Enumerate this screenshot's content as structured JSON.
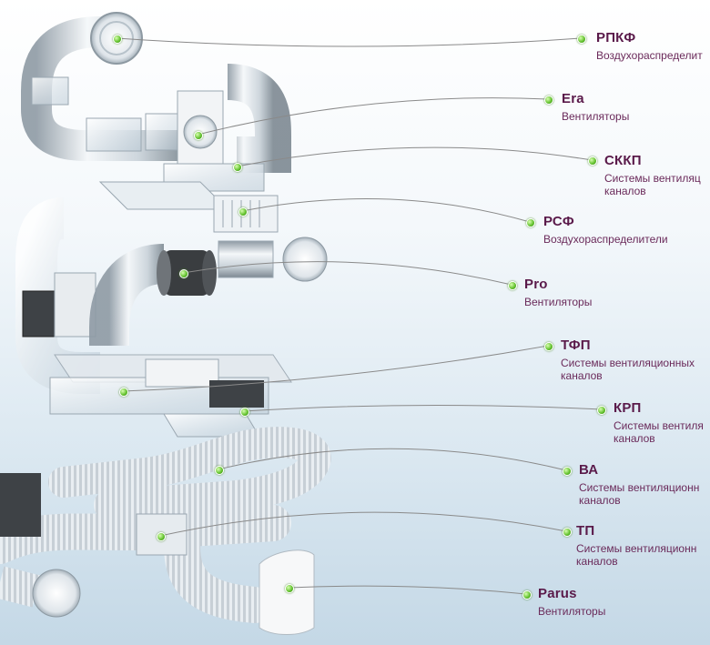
{
  "callouts": [
    {
      "title": "РПКФ",
      "sub": "Воздухораспределит"
    },
    {
      "title": "Era",
      "sub": "Вентиляторы"
    },
    {
      "title": "СККП",
      "sub": "Системы вентиляц каналов"
    },
    {
      "title": "РСФ",
      "sub": "Воздухораспределители"
    },
    {
      "title": "Pro",
      "sub": "Вентиляторы"
    },
    {
      "title": "ТФП",
      "sub": "Системы вентиляционных каналов"
    },
    {
      "title": "КРП",
      "sub": "Системы вентиля каналов"
    },
    {
      "title": "ВА",
      "sub": "Системы вентиляционн каналов"
    },
    {
      "title": "ТП",
      "sub": "Системы вентиляционн каналов"
    },
    {
      "title": "Parus",
      "sub": "Вентиляторы"
    }
  ],
  "colors": {
    "title": "#5a1a4a",
    "dot": "#5fbf2a",
    "line": "#8a8a8a"
  }
}
